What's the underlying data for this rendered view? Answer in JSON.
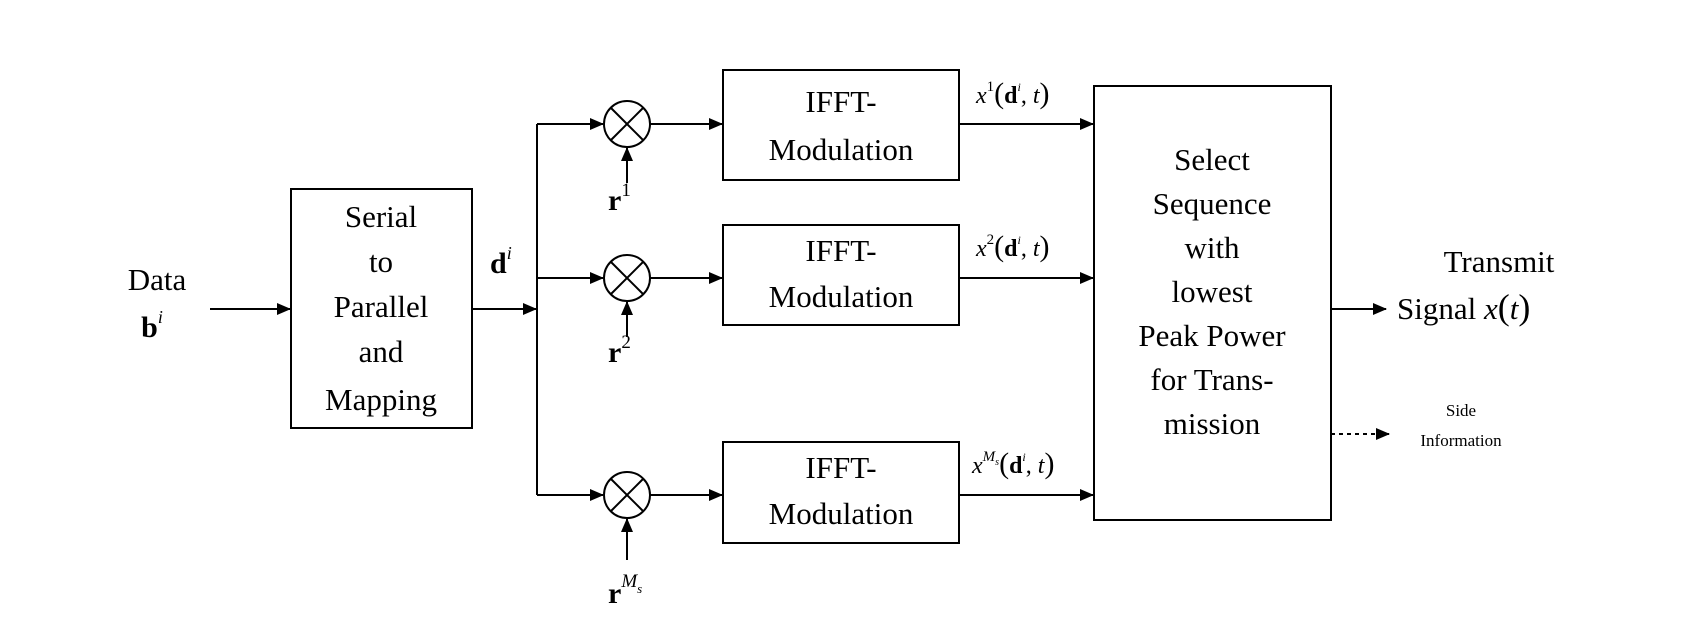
{
  "input": {
    "line1": "Data",
    "symbol": "b",
    "symbol_sup": "i"
  },
  "serial_block": {
    "lines": [
      "Serial",
      "to",
      "Parallel",
      "and",
      "Mapping"
    ]
  },
  "branch_signal": {
    "symbol": "d",
    "sup": "i"
  },
  "phase_vectors": [
    {
      "symbol": "r",
      "sup": "1"
    },
    {
      "symbol": "r",
      "sup": "2"
    },
    {
      "symbol": "r",
      "sup": "M",
      "sub": "s"
    }
  ],
  "ifft_blocks": [
    {
      "line1": "IFFT-",
      "line2": "Modulation"
    },
    {
      "line1": "IFFT-",
      "line2": "Modulation"
    },
    {
      "line1": "IFFT-",
      "line2": "Modulation"
    }
  ],
  "ifft_outputs": [
    {
      "var": "x",
      "sup": "1",
      "arg_bold": "d",
      "arg_sup": "i",
      "arg_t": "t"
    },
    {
      "var": "x",
      "sup": "2",
      "arg_bold": "d",
      "arg_sup": "i",
      "arg_t": "t"
    },
    {
      "var": "x",
      "sup": "M",
      "sup_sub": "s",
      "arg_bold": "d",
      "arg_sup": "i",
      "arg_t": "t"
    }
  ],
  "select_block": {
    "lines": [
      "Select",
      "Sequence",
      "with",
      "lowest",
      "Peak Power",
      "for Trans-",
      "mission"
    ]
  },
  "output": {
    "line1": "Transmit",
    "line2": "Signal",
    "var": "x",
    "arg": "t"
  },
  "side_info": {
    "line1": "Side",
    "line2": "Information"
  }
}
